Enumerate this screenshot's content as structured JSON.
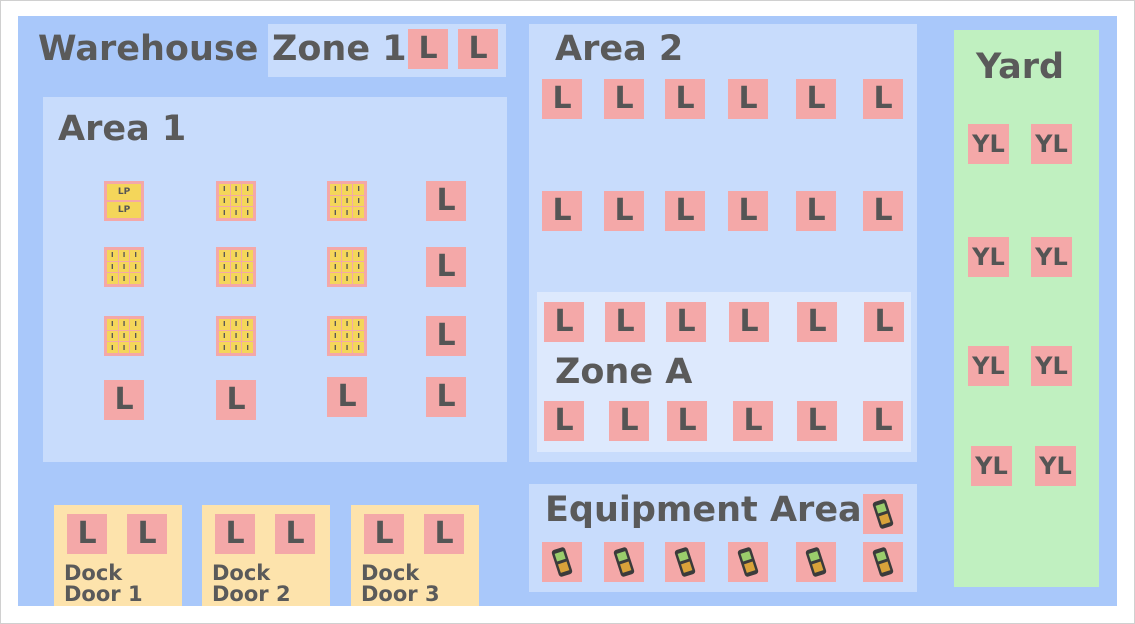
{
  "warehouse": {
    "title": "Warehouse"
  },
  "zone1": {
    "title": "Zone 1",
    "locations": [
      "L",
      "L"
    ]
  },
  "area1": {
    "title": "Area 1",
    "pallet_cells": [
      "I",
      "I",
      "I",
      "I",
      "I",
      "I",
      "I",
      "I",
      "I"
    ],
    "lp_cells": [
      "LP",
      "LP"
    ],
    "locations": [
      "L",
      "L",
      "L",
      "L",
      "L",
      "L",
      "L"
    ]
  },
  "area2": {
    "title": "Area 2",
    "locations": [
      "L",
      "L",
      "L",
      "L",
      "L",
      "L",
      "L",
      "L",
      "L",
      "L",
      "L",
      "L"
    ]
  },
  "zoneA": {
    "title": "Zone A",
    "locations": [
      "L",
      "L",
      "L",
      "L",
      "L",
      "L",
      "L",
      "L",
      "L",
      "L",
      "L",
      "L"
    ]
  },
  "equipment": {
    "title": "Equipment Area",
    "device_icon": "handheld-scanner-icon",
    "device_count": 7
  },
  "yard": {
    "title": "Yard",
    "locations": [
      "YL",
      "YL",
      "YL",
      "YL",
      "YL",
      "YL",
      "YL",
      "YL"
    ]
  },
  "docks": [
    {
      "line1": "Dock",
      "line2": "Door 1",
      "locations": [
        "L",
        "L"
      ]
    },
    {
      "line1": "Dock",
      "line2": "Door 2",
      "locations": [
        "L",
        "L"
      ]
    },
    {
      "line1": "Dock",
      "line2": "Door 3",
      "locations": [
        "L",
        "L"
      ]
    }
  ],
  "colors": {
    "warehouse": "#a9c8fa",
    "area": "#c8dcfc",
    "zone_a": "#dde9fd",
    "location": "#f4a8a8",
    "pallet_cell": "#f4d65a",
    "yard": "#c0f0c0",
    "dock": "#fde3ac"
  }
}
